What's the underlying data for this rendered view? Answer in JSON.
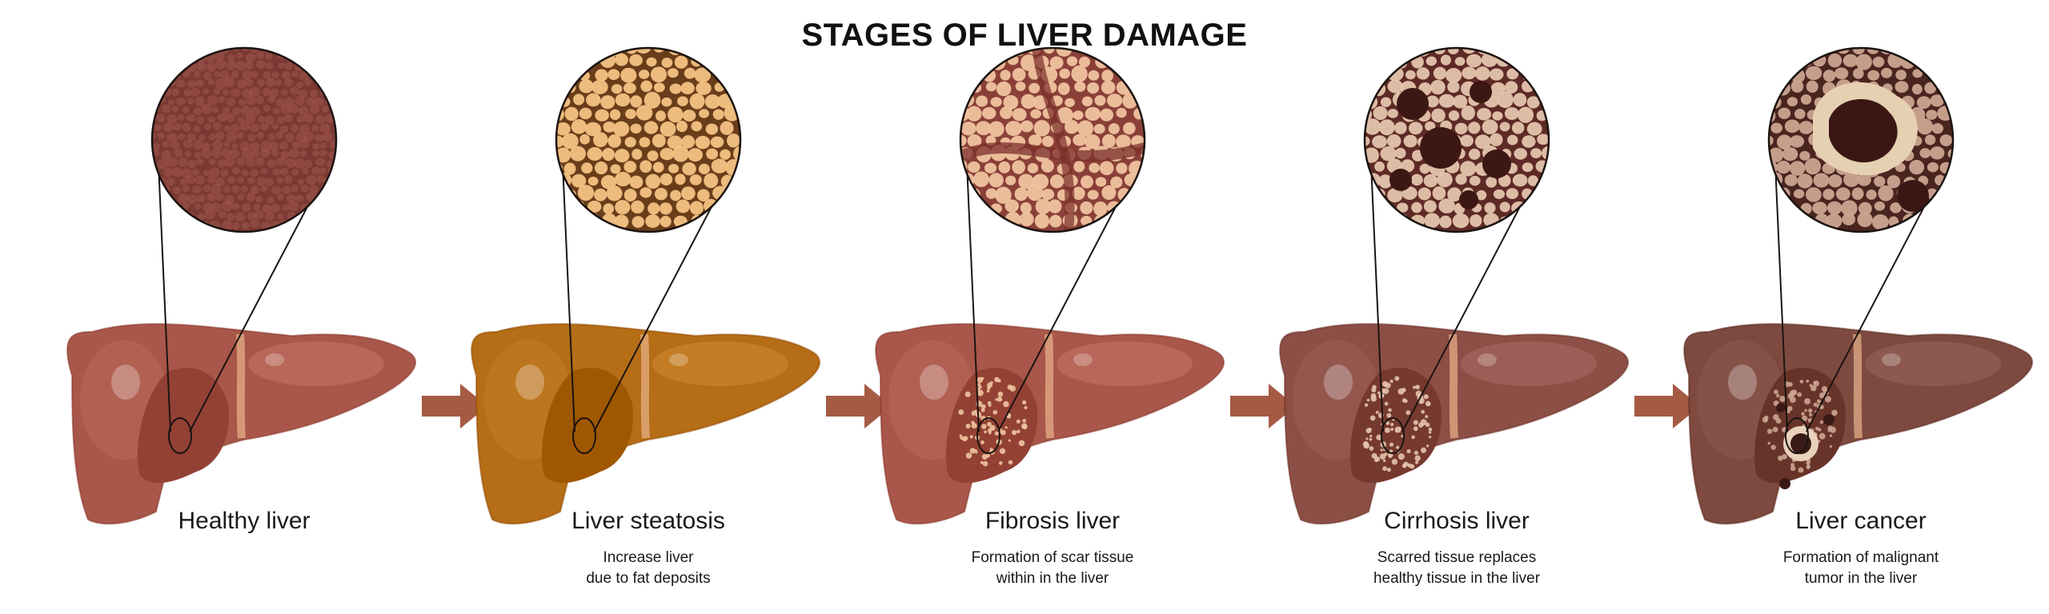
{
  "title": "STAGES OF LIVER DAMAGE",
  "colors": {
    "arrow": "#a55a44",
    "outline": "#1c1410"
  },
  "stages": [
    {
      "name": "Healthy liver",
      "description": [],
      "liver_color": "#a9574a",
      "tissue_bg": "#7a3a33",
      "tissue_cell": "#a0564d",
      "lesion": "none"
    },
    {
      "name": "Liver steatosis",
      "description": [
        "Increase liver",
        "due to fat deposits"
      ],
      "liver_color": "#b56d16",
      "tissue_bg": "#6a3d1a",
      "tissue_cell": "#f3c283",
      "lesion": "none"
    },
    {
      "name": "Fibrosis liver",
      "description": [
        "Formation of scar tissue",
        "within in the liver"
      ],
      "liver_color": "#a9574a",
      "tissue_bg": "#8a4038",
      "tissue_cell": "#f0c39f",
      "lesion": "speckles"
    },
    {
      "name": "Cirrhosis liver",
      "description": [
        "Scarred tissue replaces",
        "healthy tissue in the liver"
      ],
      "liver_color": "#8c4f46",
      "tissue_bg": "#5e2a26",
      "tissue_cell": "#e4c4ad",
      "lesion": "cirrhosis"
    },
    {
      "name": "Liver cancer",
      "description": [
        "Formation of malignant",
        "tumor in the liver"
      ],
      "liver_color": "#7e4a40",
      "tissue_bg": "#4a2520",
      "tissue_cell": "#cba491",
      "lesion": "tumor"
    }
  ]
}
